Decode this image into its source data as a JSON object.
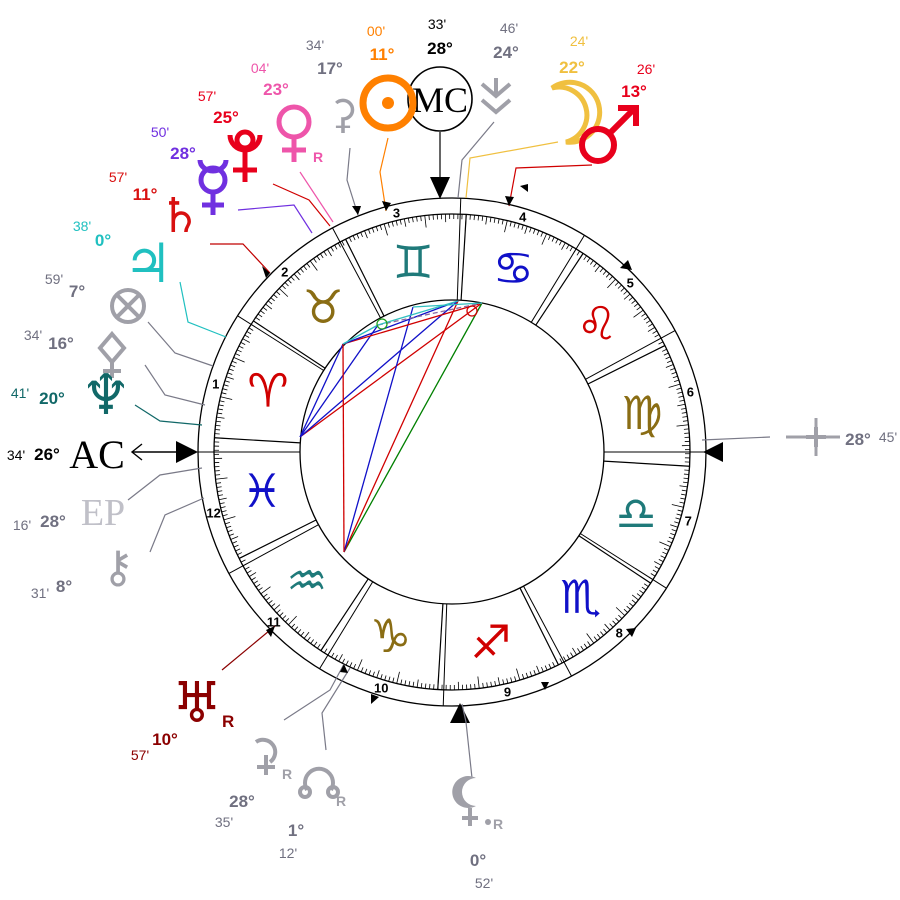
{
  "colors": {
    "fire": "#d00000",
    "earth": "#8a6d14",
    "air": "#1f7a7a",
    "water": "#1010c8",
    "sun": "#ff8000",
    "moon": "#f0c040",
    "mars": "#e8001c",
    "venus": "#ee55aa",
    "mercury": "#7030e0",
    "jupiter": "#20c0c0",
    "saturn": "#d81010",
    "uranus": "#8b0000",
    "neptune": "#116868",
    "pluto": "#e8001c",
    "grey": "#a0a0a8",
    "angle": "#000000"
  },
  "asc_longitude": 356.57,
  "houses": [
    {
      "num": "1"
    },
    {
      "num": "2"
    },
    {
      "num": "3"
    },
    {
      "num": "4"
    },
    {
      "num": "5"
    },
    {
      "num": "6"
    },
    {
      "num": "7"
    },
    {
      "num": "8"
    },
    {
      "num": "9"
    },
    {
      "num": "10"
    },
    {
      "num": "11"
    },
    {
      "num": "12"
    }
  ],
  "signs": [
    {
      "name": "aries",
      "glyph": "♈",
      "color": "#d00000"
    },
    {
      "name": "taurus",
      "glyph": "♉",
      "color": "#8a6d14"
    },
    {
      "name": "gemini",
      "glyph": "♊",
      "color": "#1f7a7a"
    },
    {
      "name": "cancer",
      "glyph": "♋",
      "color": "#1010c8"
    },
    {
      "name": "leo",
      "glyph": "♌",
      "color": "#d00000"
    },
    {
      "name": "virgo",
      "glyph": "♍",
      "color": "#8a6d14"
    },
    {
      "name": "libra",
      "glyph": "♎",
      "color": "#1f7a7a"
    },
    {
      "name": "scorpio",
      "glyph": "♏",
      "color": "#1010c8"
    },
    {
      "name": "sagittarius",
      "glyph": "♐",
      "color": "#d00000"
    },
    {
      "name": "capricorn",
      "glyph": "♑",
      "color": "#8a6d14"
    },
    {
      "name": "aquarius",
      "glyph": "♒",
      "color": "#1f7a7a"
    },
    {
      "name": "pisces",
      "glyph": "♓",
      "color": "#1010c8"
    }
  ],
  "points": [
    {
      "id": "mc",
      "glyph": "MC",
      "deg": "28°",
      "min": "33'",
      "color": "#000000",
      "retro": ""
    },
    {
      "id": "sun",
      "glyph": "☉",
      "deg": "11°",
      "min": "00'",
      "color": "#ff8000",
      "retro": ""
    },
    {
      "id": "ceres",
      "glyph": "⚳",
      "deg": "17°",
      "min": "34'",
      "color": "#a0a0a8",
      "retro": ""
    },
    {
      "id": "venus",
      "glyph": "♀",
      "deg": "23°",
      "min": "04'",
      "color": "#ee55aa",
      "retro": "R"
    },
    {
      "id": "pluto",
      "glyph": "♇",
      "deg": "25°",
      "min": "57'",
      "color": "#e8001c",
      "retro": ""
    },
    {
      "id": "mercury",
      "glyph": "☿",
      "deg": "28°",
      "min": "50'",
      "color": "#7030e0",
      "retro": ""
    },
    {
      "id": "saturn",
      "glyph": "♄",
      "deg": "11°",
      "min": "57'",
      "color": "#d81010",
      "retro": ""
    },
    {
      "id": "jupiter",
      "glyph": "♃",
      "deg": "0°",
      "min": "38'",
      "color": "#20c0c0",
      "retro": ""
    },
    {
      "id": "pof",
      "glyph": "⊗",
      "deg": "7°",
      "min": "59'",
      "color": "#a0a0a8",
      "retro": ""
    },
    {
      "id": "pallas",
      "glyph": "⚴",
      "deg": "16°",
      "min": "34'",
      "color": "#a0a0a8",
      "retro": ""
    },
    {
      "id": "neptune",
      "glyph": "♆",
      "deg": "20°",
      "min": "41'",
      "color": "#116868",
      "retro": ""
    },
    {
      "id": "ac",
      "glyph": "AC",
      "deg": "26°",
      "min": "34'",
      "color": "#000000",
      "retro": ""
    },
    {
      "id": "ep",
      "glyph": "EP",
      "deg": "28°",
      "min": "16'",
      "color": "#a0a0a8",
      "retro": ""
    },
    {
      "id": "chiron",
      "glyph": "⚷",
      "deg": "8°",
      "min": "31'",
      "color": "#a0a0a8",
      "retro": ""
    },
    {
      "id": "uranus",
      "glyph": "♅",
      "deg": "10°",
      "min": "57'",
      "color": "#8b0000",
      "retro": "R"
    },
    {
      "id": "vesta",
      "glyph": "⚵",
      "deg": "28°",
      "min": "35'",
      "color": "#a0a0a8",
      "retro": "R"
    },
    {
      "id": "node",
      "glyph": "☊",
      "deg": "1°",
      "min": "12'",
      "color": "#a0a0a8",
      "retro": "R"
    },
    {
      "id": "lilith",
      "glyph": "⚸",
      "deg": "0°",
      "min": "52'",
      "color": "#a0a0a8",
      "retro": "R"
    },
    {
      "id": "vertex",
      "glyph": "✥",
      "deg": "28°",
      "min": "45'",
      "color": "#a0a0a8",
      "retro": ""
    },
    {
      "id": "moon",
      "glyph": "☽",
      "deg": "22°",
      "min": "24'",
      "color": "#f0c040",
      "retro": ""
    },
    {
      "id": "mars",
      "glyph": "♂",
      "deg": "13°",
      "min": "26'",
      "color": "#e8001c",
      "retro": ""
    },
    {
      "id": "juno",
      "glyph": "⚶",
      "deg": "24°",
      "min": "46'",
      "color": "#8a8a9a",
      "retro": ""
    }
  ]
}
